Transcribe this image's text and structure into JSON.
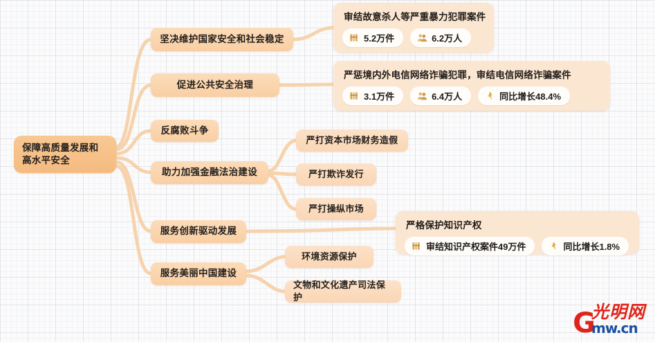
{
  "diagram": {
    "type": "mind-map",
    "root": {
      "label": "保障高质量发展和高水平安全"
    },
    "branches": [
      {
        "id": "b1",
        "label": "坚决维护国家安全和社会稳定"
      },
      {
        "id": "b2",
        "label": "促进公共安全治理"
      },
      {
        "id": "b3",
        "label": "反腐败斗争"
      },
      {
        "id": "b4",
        "label": "助力加强金融法治建设"
      },
      {
        "id": "b5",
        "label": "服务创新驱动发展"
      },
      {
        "id": "b6",
        "label": "服务美丽中国建设"
      }
    ],
    "leaves": [
      {
        "id": "l1",
        "label": "严打资本市场财务造假"
      },
      {
        "id": "l2",
        "label": "严打欺诈发行"
      },
      {
        "id": "l3",
        "label": "严打操纵市场"
      },
      {
        "id": "l4",
        "label": "环境资源保护"
      },
      {
        "id": "l5",
        "label": "文物和文化遗产司法保护"
      }
    ],
    "cards": [
      {
        "id": "c1",
        "title": "审结故意杀人等严重暴力犯罪案件",
        "pills": [
          {
            "icon": "case-files-icon",
            "text": "5.2万件"
          },
          {
            "icon": "people-icon",
            "text": "6.2万人"
          }
        ]
      },
      {
        "id": "c2",
        "title": "严惩境内外电信网络诈骗犯罪，审结电信网络诈骗案件",
        "pills": [
          {
            "icon": "case-files-icon",
            "text": "3.1万件"
          },
          {
            "icon": "people-icon",
            "text": "6.4万人"
          },
          {
            "icon": "up-arrow-icon",
            "text": "同比增长48.4%"
          }
        ]
      },
      {
        "id": "c3",
        "title": "严格保护知识产权",
        "pills": [
          {
            "icon": "case-files-icon",
            "text": "审结知识产权案件49万件"
          },
          {
            "icon": "up-arrow-icon",
            "text": "同比增长1.8%"
          }
        ]
      }
    ]
  },
  "watermark": {
    "mark": "G",
    "brand_zh": "光明网",
    "brand_en": "mw.cn"
  },
  "colors": {
    "root_fill": "#f4bb80",
    "branch_fill": "#f9cfa4",
    "leaf_fill": "#fad6b5",
    "card_fill": "#fbe6d2",
    "pill_fill": "#fffdfa",
    "connector": "#f6d3ac",
    "icon_gold": "#d8a657",
    "text": "#231f1c",
    "logo_red": "#e0241b",
    "logo_blue": "#1a4fa0"
  }
}
